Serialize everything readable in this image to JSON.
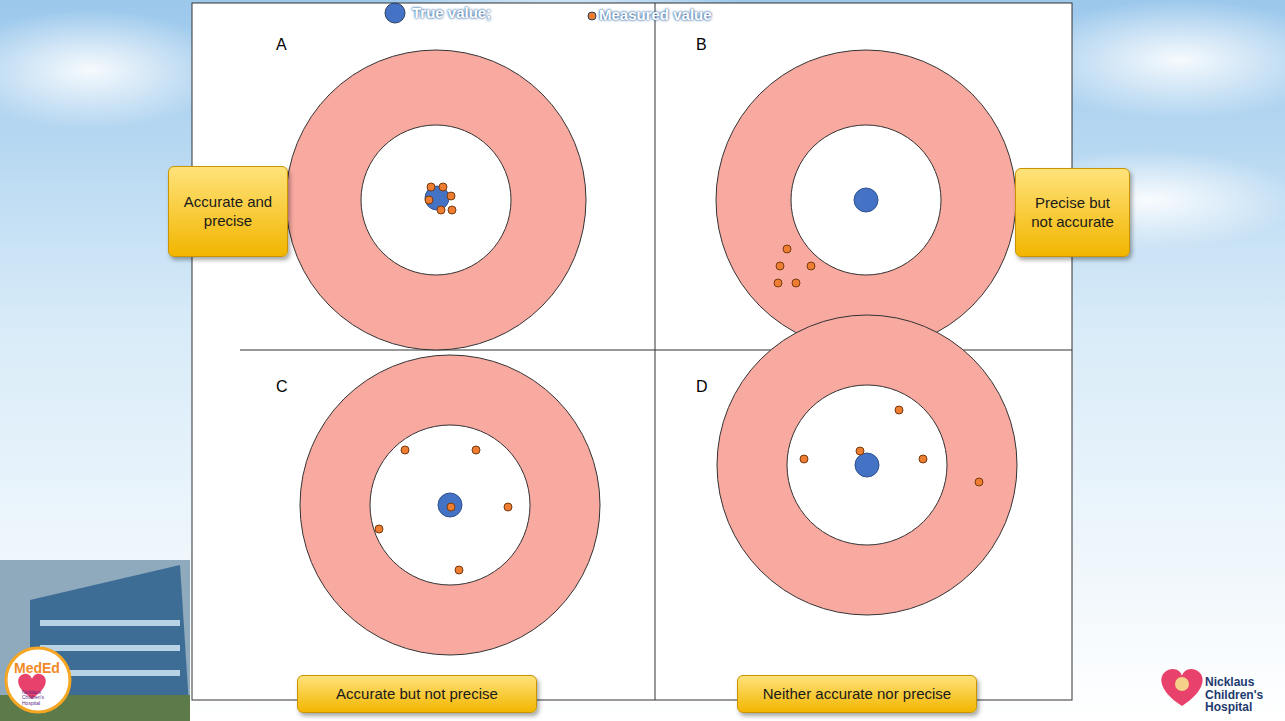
{
  "diagram": {
    "nodes": [
      {
        "text": [
          "Accurate and precise"
        ]
      },
      {
        "text": [
          "Precise but not accurate"
        ]
      },
      {
        "text": [
          "Accurate but not precise"
        ]
      },
      {
        "text": [
          "Neither accurate nor precise"
        ]
      }
    ],
    "labels": [
      "A",
      "B",
      "C",
      "D",
      "MedEd",
      "Nicklaus Children's Hospital",
      "Nicklaus Children's Hospital"
    ],
    "legend": [
      {
        "text": "True value;",
        "color": "#4472c4"
      },
      {
        "text": "Measured value",
        "color": "#ed7d31"
      }
    ]
  }
}
